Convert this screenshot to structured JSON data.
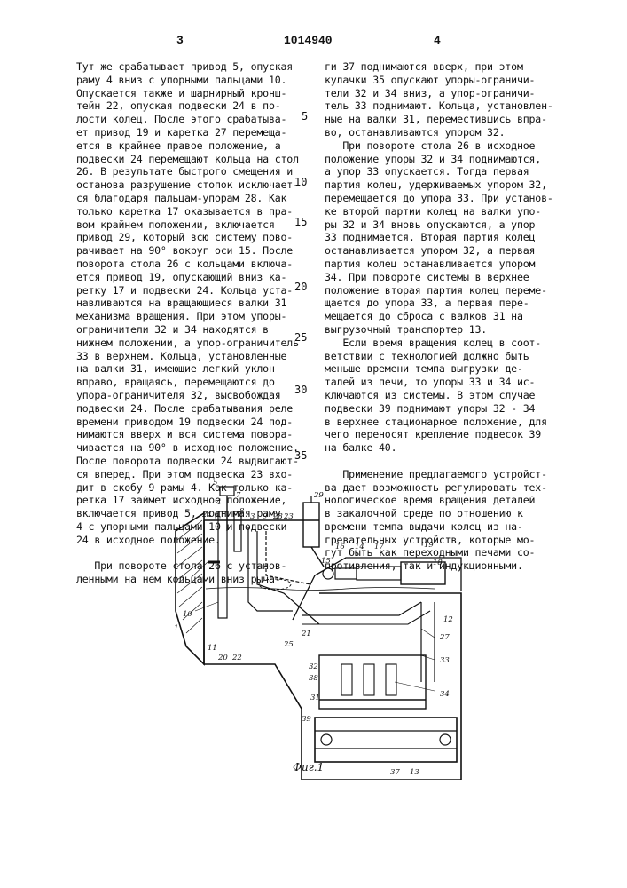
{
  "header": {
    "page_left": "3",
    "patent_number": "1014940",
    "page_right": "4"
  },
  "left_column": [
    "Тут же срабатывает привод 5, опуская",
    "раму 4 вниз с упорными пальцами 10.",
    "Опускается также и шарнирный кронш-",
    "тейн 22, опуская подвески 24 в по-",
    "лости колец. После этого срабатыва-",
    "ет привод 19 и каретка 27 перемеща-",
    "ется в крайнее правое положение, а",
    "подвески 24 перемещают кольца на стол",
    "26. В результате быстрого смещения и",
    "останова разрушение стопок исключает-",
    "ся благодаря пальцам-упорам 28. Как",
    "только каретка 17 оказывается в пра-",
    "вом крайнем положении, включается",
    "привод 29, который всю систему пово-",
    "рачивает на 90° вокруг оси 15. После",
    "поворота стола 26 с кольцами включа-",
    "ется привод 19, опускающий вниз ка-",
    "ретку 17 и подвески 24. Кольца уста-",
    "навливаются на вращающиеся валки 31",
    "механизма вращения. При этом упоры-",
    "ограничители 32 и 34 находятся в",
    "нижнем положении, а упор-ограничитель",
    "33 в верхнем. Кольца, установленные",
    "на валки 31, имеющие легкий уклон",
    "вправо, вращаясь, перемещаются до",
    "упора-ограничителя 32, высвобождая",
    "подвески 24. После срабатывания реле",
    "времени приводом 19 подвески 24 под-",
    "нимаются вверх и вся система повора-",
    "чивается на 90° в исходное положение.",
    "После поворота подвески 24 выдвигают-",
    "ся вперед. При этом подвеска 23 вхо-",
    "дит в скобу 9 рамы 4. Как только ка-",
    "ретка 17 займет исходное положение,",
    "включается привод 5, поднимая раму",
    "4 с упорными пальцами 10 и подвески",
    "24 в исходное положение.",
    "",
    "   При повороте стола 26 с установ-",
    "ленными на нем кольцами вниз рыча-"
  ],
  "right_column": [
    "ги 37 поднимаются вверх, при этом",
    "кулачки 35 опускают упоры-ограничи-",
    "тели 32 и 34 вниз, а упор-ограничи-",
    "тель 33 поднимают. Кольца, установлен-",
    "ные на валки 31, переместившись впра-",
    "во, останавливаются упором 32.",
    "   При повороте стола 26 в исходное",
    "положение упоры 32 и 34 поднимаются,",
    "а упор 33 опускается. Тогда первая",
    "партия колец, удерживаемых упором 32,",
    "перемещается до упора 33. При установ-",
    "ке второй партии колец на валки упо-",
    "ры 32 и 34 вновь опускаются, а упор",
    "33 поднимается. Вторая партия колец",
    "останавливается упором 32, а первая",
    "партия колец останавливается упором",
    "34. При повороте системы в верхнее",
    "положение вторая партия колец переме-",
    "щается до упора 33, а первая пере-",
    "мещается до сброса с валков 31 на",
    "выгрузочный транспортер 13.",
    "   Если время вращения колец в соот-",
    "ветствии с технологией должно быть",
    "меньше времени темпа выгрузки де-",
    "талей из печи, то упоры 33 и 34 ис-",
    "ключаются из системы. В этом случае",
    "подвески 39 поднимают упоры 32 - 34",
    "в верхнее стационарное положение, для",
    "чего переносят крепление подвесок 39",
    "на балке 40.",
    "",
    "   Применение предлагаемого устройст-",
    "ва дает возможность регулировать тех-",
    "нологическое время вращения деталей",
    "в закалочной среде по отношению к",
    "времени темпа выдачи колец из на-",
    "гревательных устройств, которые мо-",
    "гут быть как переходными печами со-",
    "противления, так и индукционными."
  ],
  "margin_line_numbers": [
    "5",
    "10",
    "15",
    "20",
    "25",
    "30",
    "35"
  ],
  "figure": {
    "caption": "Фиг.1",
    "labels": [
      "5",
      "7",
      "4",
      "24",
      "6",
      "8",
      "3",
      "29",
      "28",
      "9",
      "23",
      "2",
      "10",
      "1",
      "11",
      "20",
      "22",
      "25",
      "21",
      "15",
      "16",
      "14",
      "17",
      "19",
      "18",
      "12",
      "27",
      "33",
      "32",
      "38",
      "34",
      "31",
      "39",
      "37",
      "13"
    ]
  }
}
